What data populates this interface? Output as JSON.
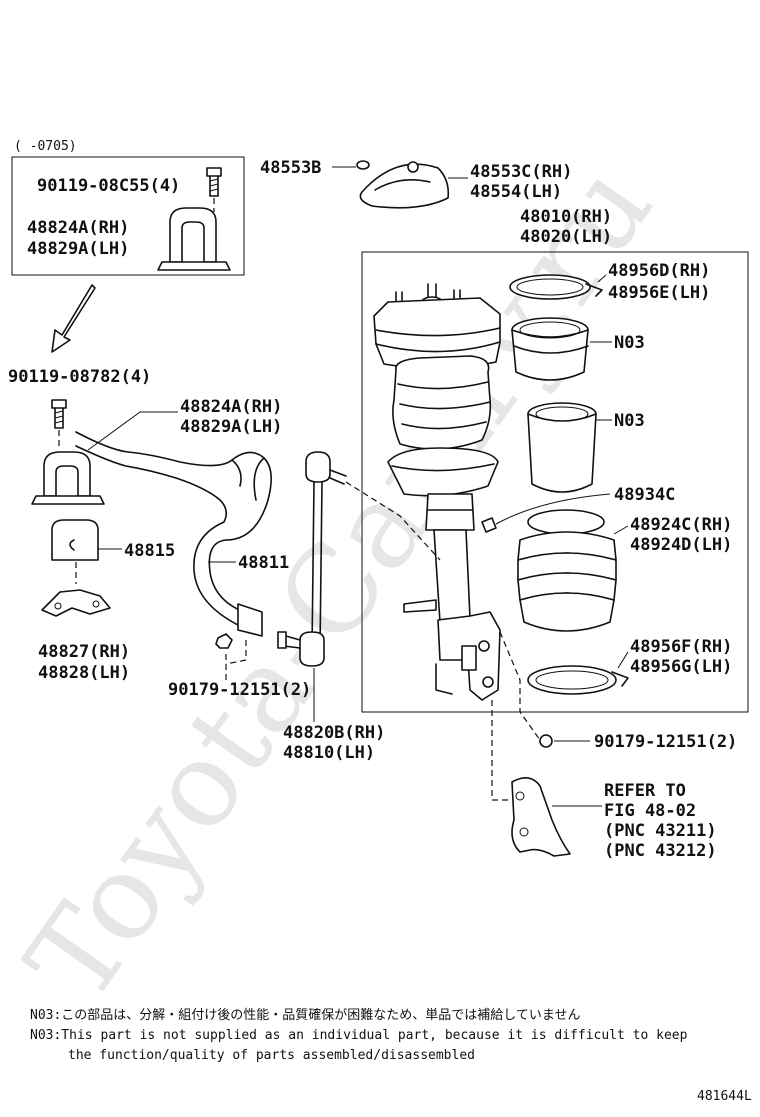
{
  "watermark": "Toyota-Camry.ru",
  "inset": {
    "range_label": "(      -0705)",
    "bolt_label": "90119-08C55(4)",
    "bracket_label_rh": "48824A(RH)",
    "bracket_label_lh": "48829A(LH)"
  },
  "parts": {
    "p48553b": "48553B",
    "p48553c": "48553C(RH)",
    "p48554": "48554(LH)",
    "p48010": "48010(RH)",
    "p48020": "48020(LH)",
    "p48956d": "48956D(RH)",
    "p48956e": "48956E(LH)",
    "n03_a": "N03",
    "n03_b": "N03",
    "p48934c": "48934C",
    "p48924c": "48924C(RH)",
    "p48924d": "48924D(LH)",
    "p48956f": "48956F(RH)",
    "p48956g": "48956G(LH)",
    "p90179_right": "90179-12151(2)",
    "p90119_08782": "90119-08782(4)",
    "p48824a": "48824A(RH)",
    "p48829a": "48829A(LH)",
    "p48815": "48815",
    "p48811": "48811",
    "p48827": "48827(RH)",
    "p48828": "48828(LH)",
    "p90179_left": "90179-12151(2)",
    "p48820b": "48820B(RH)",
    "p48810": "48810(LH)"
  },
  "refer": {
    "line1": "REFER TO",
    "line2": "FIG 48-02",
    "line3": "(PNC 43211)",
    "line4": "(PNC 43212)"
  },
  "notes": {
    "jp": "N03:この部品は、分解・組付け後の性能・品質確保が困難なため、単品では補給していません",
    "en1": "N03:This part is not supplied as an individual part, because it is difficult to keep",
    "en2": "the function/quality of parts assembled/disassembled"
  },
  "figure_id": "481644L"
}
